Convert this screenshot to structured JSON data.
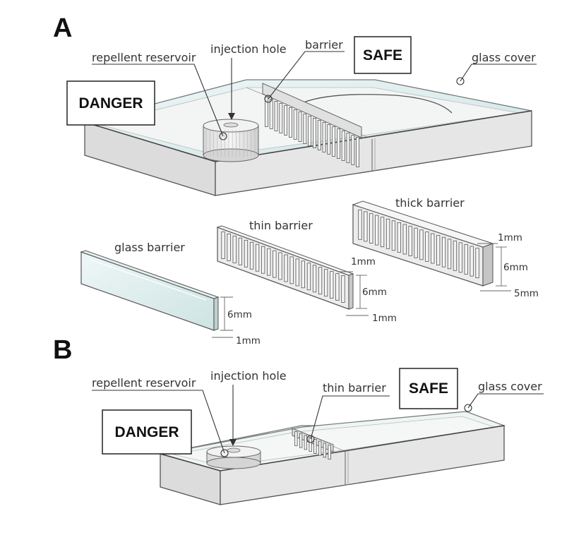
{
  "panel_a": {
    "letter": "A",
    "labels": {
      "repellent_reservoir": "repellent reservoir",
      "injection_hole": "injection hole",
      "barrier": "barrier",
      "glass_cover": "glass cover",
      "danger": "DANGER",
      "safe": "SAFE"
    },
    "barrier_types": {
      "glass": "glass barrier",
      "thin": "thin barrier",
      "thick": "thick barrier"
    },
    "dimensions": {
      "glass_height": "6mm",
      "glass_thickness": "1mm",
      "thin_gap": "1mm",
      "thin_height": "6mm",
      "thin_thickness": "1mm",
      "thick_gap": "1mm",
      "thick_height": "6mm",
      "thick_thickness": "5mm"
    }
  },
  "panel_b": {
    "letter": "B",
    "labels": {
      "repellent_reservoir": "repellent reservoir",
      "injection_hole": "injection hole",
      "thin_barrier": "thin barrier",
      "glass_cover": "glass cover",
      "danger": "DANGER",
      "safe": "SAFE"
    }
  },
  "colors": {
    "wall_front": "#e4e4e4",
    "wall_side": "#cfcfcf",
    "floor": "#f4f4f4",
    "glass": "#d8ecec",
    "outline": "#555555"
  }
}
